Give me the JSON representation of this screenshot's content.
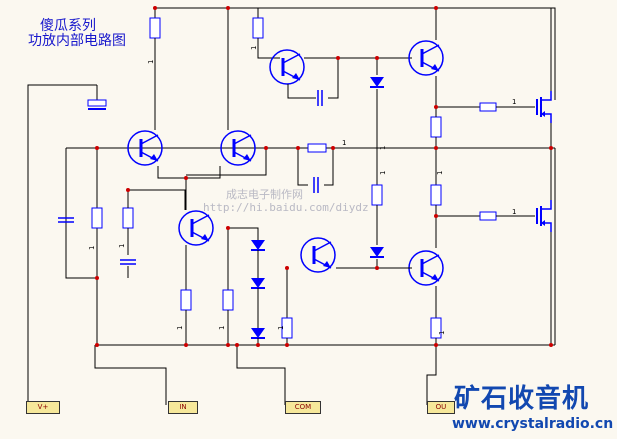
{
  "title": {
    "line1": "傻瓜系列",
    "line2": "功放内部电路图"
  },
  "watermark": {
    "site_name": "成志电子制作网",
    "url": "http://hi.baidu.com/diydz"
  },
  "ports": {
    "vplus": "V+",
    "in": "IN",
    "com": "COM",
    "out": "OU"
  },
  "logo": {
    "text": "矿石收音机",
    "url": "www.crystalradio.cn"
  },
  "component_value": "1",
  "colors": {
    "wire": "#000000",
    "component": "#0000ff",
    "node": "#cc0000",
    "title": "#1818cc",
    "port_fill": "#f6e89a"
  }
}
